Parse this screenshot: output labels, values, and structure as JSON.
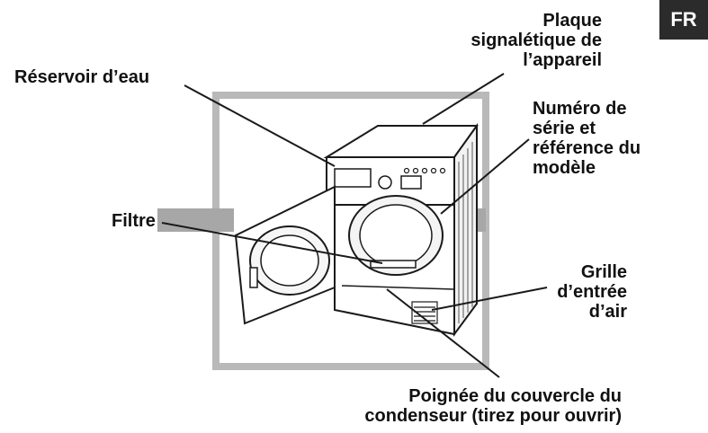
{
  "language_badge": "FR",
  "callouts": {
    "plaque": [
      "Plaque",
      "signalétique de",
      "l’appareil"
    ],
    "reservoir": [
      "Réservoir d’eau"
    ],
    "numero": [
      "Numéro de",
      "série et",
      "référence du",
      "modèle"
    ],
    "filtre": [
      "Filtre"
    ],
    "grille": [
      "Grille",
      "d’entrée",
      "d’air"
    ],
    "poignee": [
      "Poignée du couvercle du",
      "condenseur (tirez pour ouvrir)"
    ]
  },
  "colors": {
    "frame": "#b9b9b9",
    "floor": "#a7a7a7",
    "machine_fill": "#ffffff",
    "line": "#1a1a1a",
    "badge": "#2b2b2b"
  }
}
